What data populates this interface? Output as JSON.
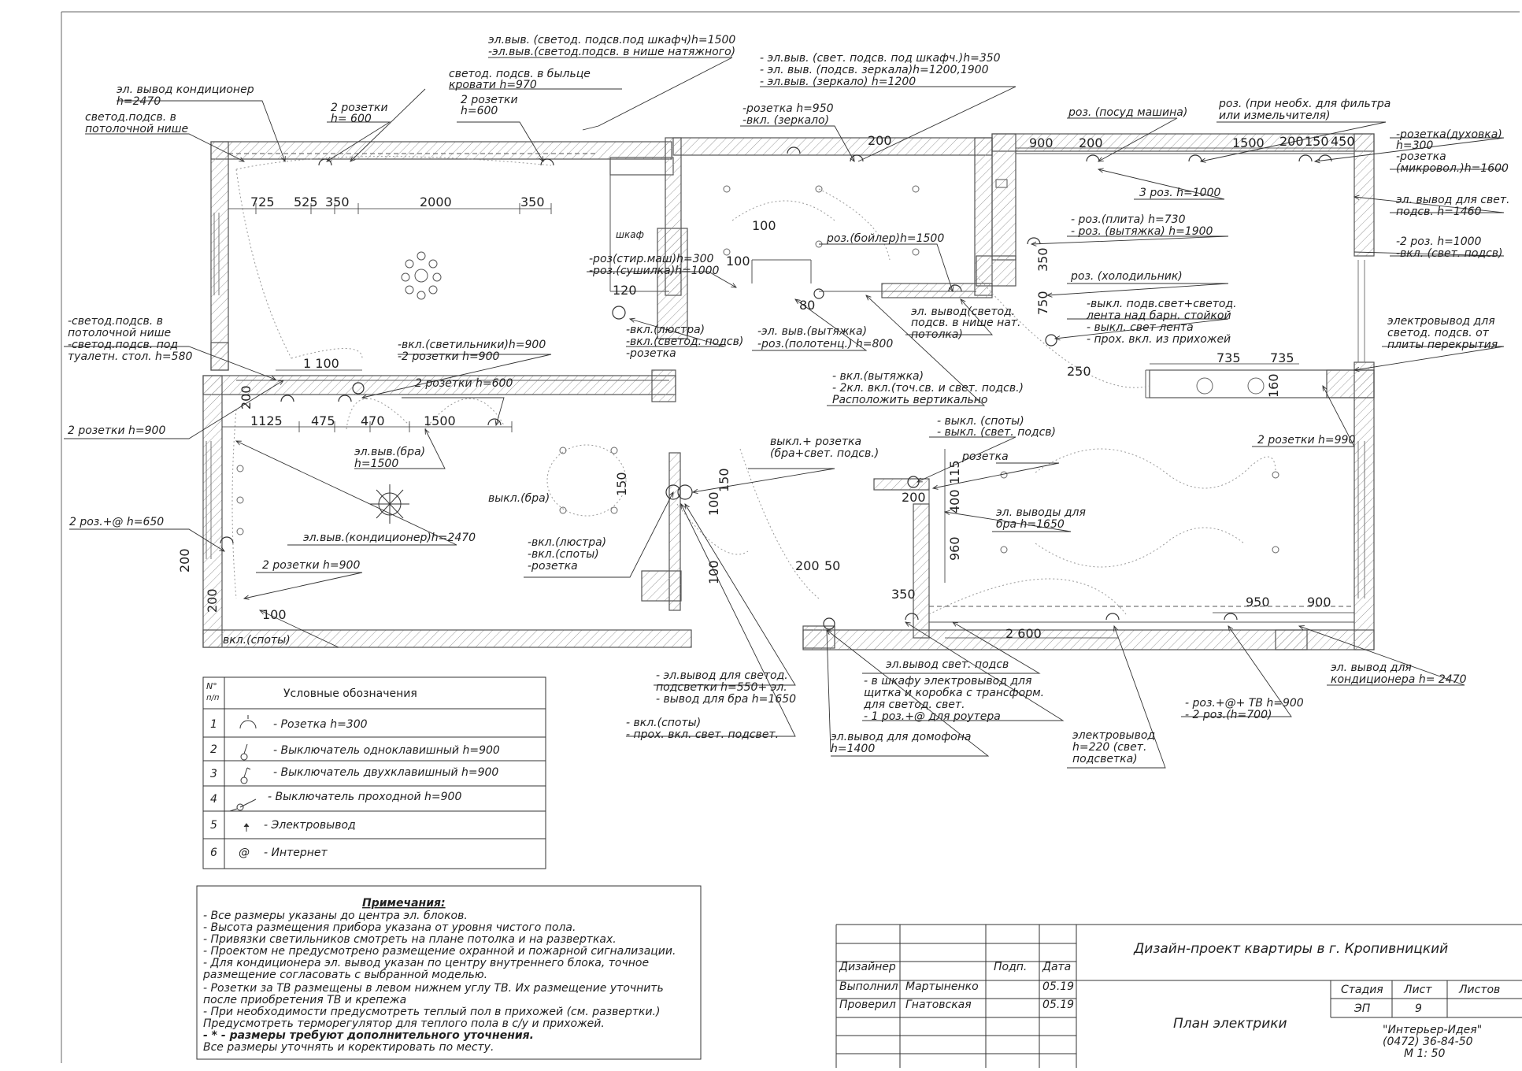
{
  "dims": {
    "d725": "725",
    "d525": "525",
    "d350a": "350",
    "d2000": "2000",
    "d350b": "350",
    "d1100": "1 100",
    "d200a": "200",
    "d1125": "1125",
    "d475": "475",
    "d470": "470",
    "d1500a": "1500",
    "d200b": "200",
    "d200c": "200",
    "d100a": "100",
    "d150a": "150",
    "d150b": "150",
    "d100b": "100",
    "d100c": "100",
    "d120": "120",
    "d100d": "100",
    "d100e": "100",
    "d80": "80",
    "d200d": "200",
    "d900a": "900",
    "d200e": "200",
    "d1500b": "1500",
    "d200f": "200",
    "d150c": "150",
    "d450": "450",
    "d350c": "350",
    "d750": "750",
    "d250": "250",
    "d735a": "735",
    "d735b": "735",
    "d160": "160",
    "d200g": "200",
    "d115": "115",
    "d400": "400",
    "d960": "960",
    "d200h": "200",
    "d50": "50",
    "d350d": "350",
    "d2600": "2 600",
    "d950": "950",
    "d900b": "900"
  },
  "labels": {
    "shkaf": "шкаф",
    "t1a": "эл.выв. (светод. подсв.под шкафч)h=1500",
    "t1b": "-эл.выв.(светод.подсв. в нише натяжного)",
    "t2a": "- эл.выв. (свет. подсв. под шкафч.)h=350",
    "t2b": "- эл. выв. (подсв. зеркала)h=1200,1900",
    "t2c": "- эл.выв. (зеркало) h=1200",
    "t3a": "эл. вывод кондиционер",
    "t3b": "h=2470",
    "t4a": "светод. подсв. в быльце",
    "t4b": "кровати h=970",
    "t5a": "светод.подсв. в",
    "t5b": "потолочной нише",
    "t6a": "2 розетки",
    "t6b": "h= 600",
    "t7a": "2 розетки",
    "t7b": "h=600",
    "t8a": "-розетка h=950",
    "t8b": "-вкл. (зеркало)",
    "t9": "роз. (посуд машина)",
    "t10a": "роз. (при необх. для фильтра",
    "t10b": "или измельчителя)",
    "t11a": "-розетка(духовка)",
    "t11b": "h=300",
    "t11c": "-розетка",
    "t11d": "(микровол.)h=1600",
    "t12": "3 роз. h=1000",
    "t13a": "эл. вывод для свет.",
    "t13b": "подсв. h=1460",
    "t14a": "- роз.(плита) h=730",
    "t14b": "- роз. (вытяжка) h=1900",
    "t15a": "-2 роз. h=1000",
    "t15b": "-вкл. (свет. подсв)",
    "t16": "роз.(бойлер)h=1500",
    "t17a": "-роз(стир.маш)h=300",
    "t17b": "-роз.(сушилка)h=1000",
    "t18": "роз. (холодильник)",
    "t19a": "-выкл. подв.свет+светод.",
    "t19b": "лента над барн. стойкой",
    "t19c": "- выкл. свет лента",
    "t19d": "- прох. вкл. из прихожей",
    "t20a": "электровывод для",
    "t20b": "светод. подсв. от",
    "t20c": "плиты перекрытия",
    "t21a": "эл. вывод(светод.",
    "t21b": "подсв. в нише нат.",
    "t21c": "потолка)",
    "t22a": "-вкл.(люстра)",
    "t22b": "-вкл.(светод. подсв)",
    "t22c": "-розетка",
    "t23a": "-эл. выв.(вытяжка)",
    "t23b": "-роз.(полотенц.) h=800",
    "t24a": "-светод.подсв. в",
    "t24b": "потолочной нише",
    "t24c": "-светод.подсв. под",
    "t24d": "туалетн. стол. h=580",
    "t25a": "-вкл.(светильники)h=900",
    "t25b": "-2 розетки h=900",
    "t26": "2 розетки h=600",
    "t27a": "- вкл.(вытяжка)",
    "t27b": "- 2кл. вкл.(точ.св. и свет. подсв.)",
    "t27c": "Расположить вертикально",
    "t28": "2 розетки h=900",
    "t29a": "эл.выв.(бра)",
    "t29b": "h=1500",
    "t30": "выкл.(бра)",
    "t31a": "- выкл. (споты)",
    "t31b": "- выкл. (свет. подсв)",
    "t32": "2 розетки h=990",
    "t33a": "выкл.+ розетка",
    "t33b": "(бра+свет. подсв.)",
    "t34": "розетка",
    "t35a": "эл. выводы для",
    "t35b": "бра h=1650",
    "t36": "2 роз.+@ h=650",
    "t37": "эл.выв.(кондиционер)h=2470",
    "t38a": "-вкл.(люстра)",
    "t38b": "-вкл.(споты)",
    "t38c": "-розетка",
    "t39": "2 розетки h=900",
    "t40": "вкл.(споты)",
    "t41a": "- эл.вывод для светод.",
    "t41b": "подсветки h=550+ эл.",
    "t41c": "- вывод для бра h=1650",
    "t42a": "эл.вывод свет. подсв",
    "t42b": "- в шкафу электровывод для",
    "t42c": "щитка и коробка с трансформ.",
    "t42d": "для светод. свет.",
    "t42e": "- 1 роз.+@ для роутера",
    "t43a": "- вкл.(споты)",
    "t43b": "- прох. вкл. свет. подсвет.",
    "t44a": "эл.вывод для домофона",
    "t44b": "h=1400",
    "t45a": "- роз.+@+ ТВ h=900",
    "t45b": "- 2 роз.(h=700)",
    "t46a": "электровывод",
    "t46b": "h=220 (свет.",
    "t46c": "подсветка)",
    "t47a": "эл. вывод для",
    "t47b": "кондиционера h= 2470"
  },
  "legend": {
    "hdr_num_top": "N°",
    "hdr_num_bot": "п/п",
    "hdr_title": "Условные обозначения",
    "rows": [
      {
        "n": "1",
        "text": "- Розетка h=300"
      },
      {
        "n": "2",
        "text": "- Выключатель одноклавишный h=900"
      },
      {
        "n": "3",
        "text": "- Выключатель двухклавишный h=900"
      },
      {
        "n": "4",
        "text": "- Выключатель проходной h=900"
      },
      {
        "n": "5",
        "text": "- Электровывод"
      },
      {
        "n": "6",
        "text": "- Интернет"
      }
    ],
    "sym6": "@"
  },
  "notes": {
    "title": "Примечания:",
    "l1": "- Все размеры указаны до центра эл. блоков.",
    "l2": "- Высота размещения прибора указана от уровня чистого пола.",
    "l3": "- Привязки светильников смотреть на плане потолка и на развертках.",
    "l4": "- Проектом не предусмотрено размещение охранной и пожарной сигнализации.",
    "l5": "- Для кондиционера эл. вывод указан по центру внутреннего блока, точное",
    "l6": "размещение согласовать с выбранной моделью.",
    "l7": "- Розетки за ТВ размещены в левом нижнем углу ТВ. Их размещение уточнить",
    "l8": "после приобретения ТВ и крепежа",
    "l9": "- При необходимости предусмотреть теплый пол в прихожей (см. развертки.)",
    "l10": "Предусмотреть терморегулятор для теплого пола в с/у и прихожей.",
    "l11": "- * - размеры требуют дополнительного уточнения.",
    "l12": "Все размеры уточнять и коректировать по месту."
  },
  "titleblock": {
    "project": "Дизайн-проект квартиры в г. Кропивницкий",
    "sheet_name": "План электрики",
    "col_designer": "Дизайнер",
    "col_sign": "Подп.",
    "col_date": "Дата",
    "row1_role": "Выполнил",
    "row1_name": "Мартыненко",
    "row1_date": "05.19",
    "row2_role": "Проверил",
    "row2_name": "Гнатовская",
    "row2_date": "05.19",
    "stage_h": "Стадия",
    "sheet_h": "Лист",
    "sheets_h": "Листов",
    "stage": "ЭП",
    "sheet": "9",
    "company": "\"Интерьер-Идея\"",
    "phone": "(0472) 36-84-50",
    "scale": "М 1: 50"
  }
}
